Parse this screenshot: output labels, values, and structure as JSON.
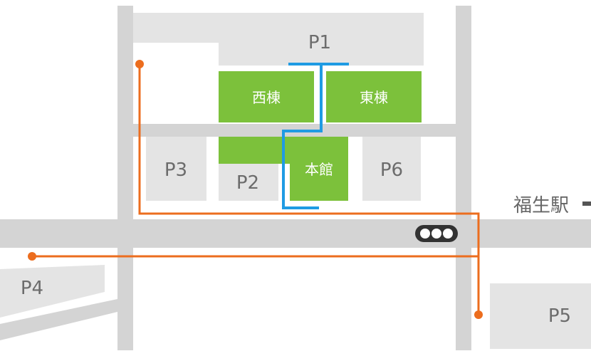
{
  "map": {
    "parking": {
      "p1": "P1",
      "p2": "P2",
      "p3": "P3",
      "p4": "P4",
      "p5": "P5",
      "p6": "P6"
    },
    "buildings": {
      "west": "西棟",
      "east": "東棟",
      "main": "本館"
    },
    "station": {
      "label": "福生駅"
    },
    "colors": {
      "road": "#d4d4d4",
      "parking_lot": "#e4e4e4",
      "building": "#7cc13b",
      "route_orange": "#ec6d1e",
      "route_blue": "#1f9be3",
      "text_gray": "#6c6c6c"
    },
    "icons": {
      "traffic_light": "traffic-light-icon",
      "route_start": "route-dot-icon"
    }
  }
}
